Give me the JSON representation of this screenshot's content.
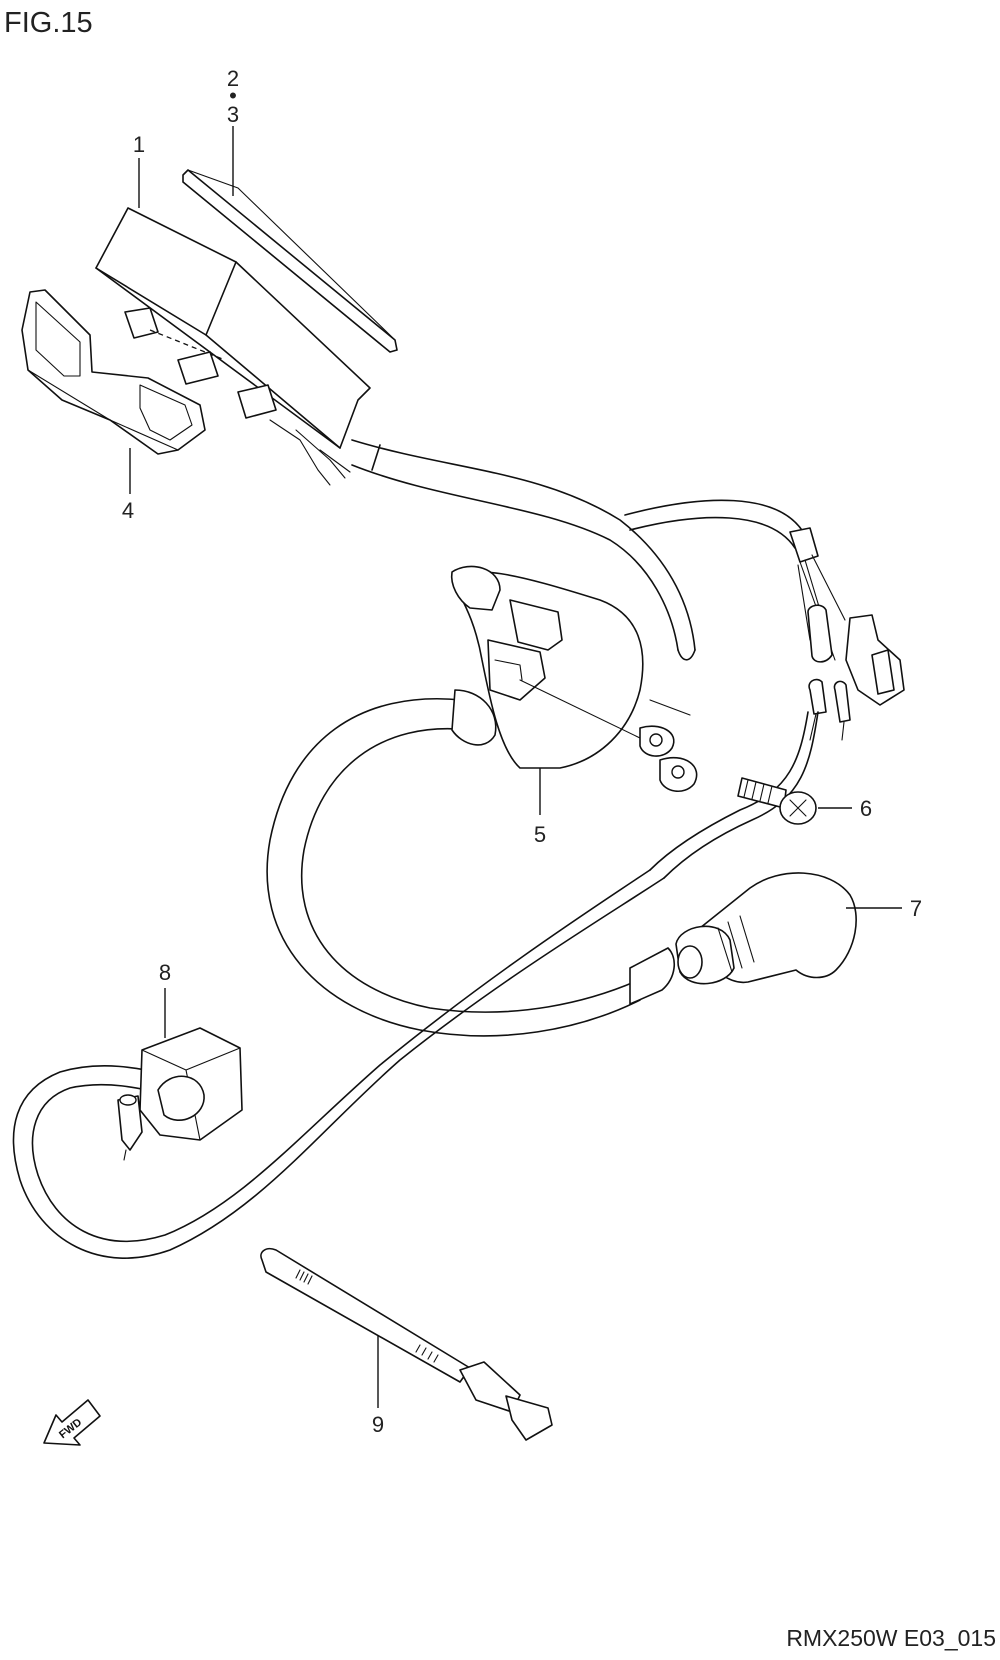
{
  "figure": {
    "title": "FIG.15",
    "code": "RMX250W E03_015"
  },
  "callouts": {
    "c1": "1",
    "c2": "2",
    "c2_sep": "•",
    "c3": "3",
    "c4": "4",
    "c5": "5",
    "c6": "6",
    "c7": "7",
    "c8": "8",
    "c9": "9"
  },
  "fwd": {
    "label": "FWD",
    "icon": "fwd-arrow-icon"
  }
}
